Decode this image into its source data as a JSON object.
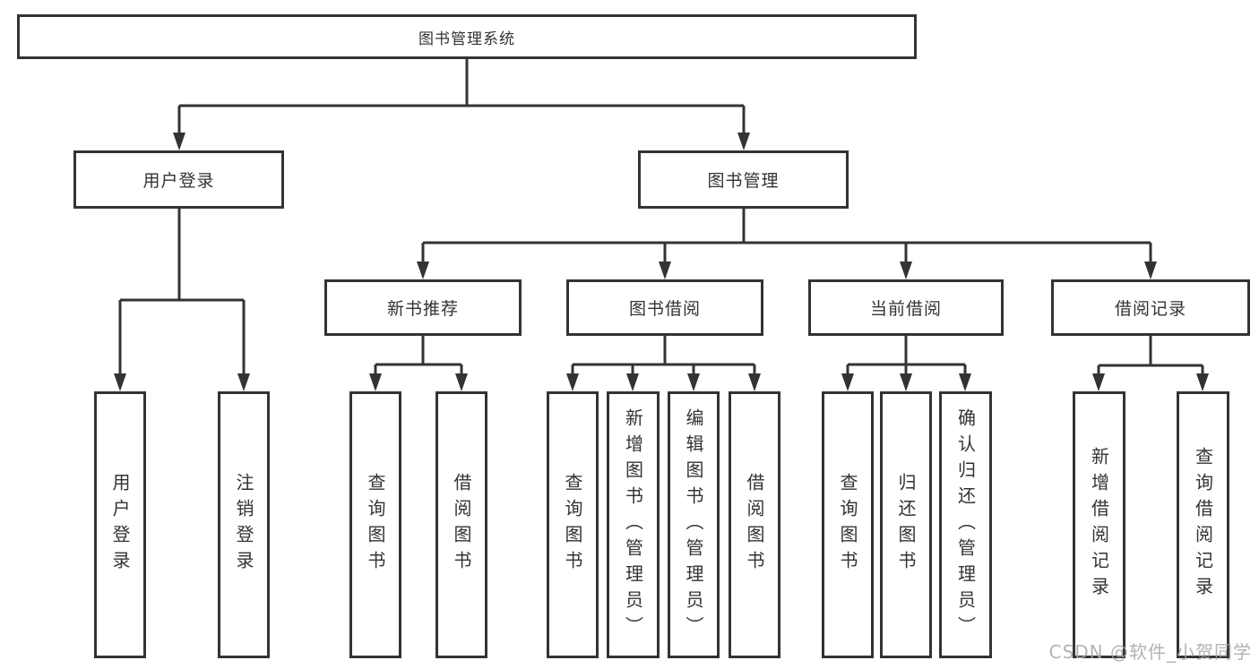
{
  "nodes": {
    "root": "图书管理系统",
    "user_login": "用户登录",
    "book_mgmt": "图书管理",
    "new_book_rec": "新书推荐",
    "book_borrow": "图书借阅",
    "current_borrow": "当前借阅",
    "borrow_records": "借阅记录",
    "ul_user_login": "用户登录",
    "ul_logout": "注销登录",
    "nb_query_book": "查询图书",
    "nb_borrow_book": "借阅图书",
    "bb_query_book": "查询图书",
    "bb_add_book": "新增图书（管理员）",
    "bb_edit_book": "编辑图书（管理员）",
    "bb_borrow_book": "借阅图书",
    "cb_query_book": "查询图书",
    "cb_return_book": "归还图书",
    "cb_confirm_return": "确认归还（管理员）",
    "br_add_record": "新增借阅记录",
    "br_query_record": "查询借阅记录"
  },
  "watermark": "CSDN @软件_小贺同学",
  "colors": {
    "line": "#333333",
    "text": "#333333",
    "background": "#ffffff",
    "watermark": "#a6a6a6"
  }
}
